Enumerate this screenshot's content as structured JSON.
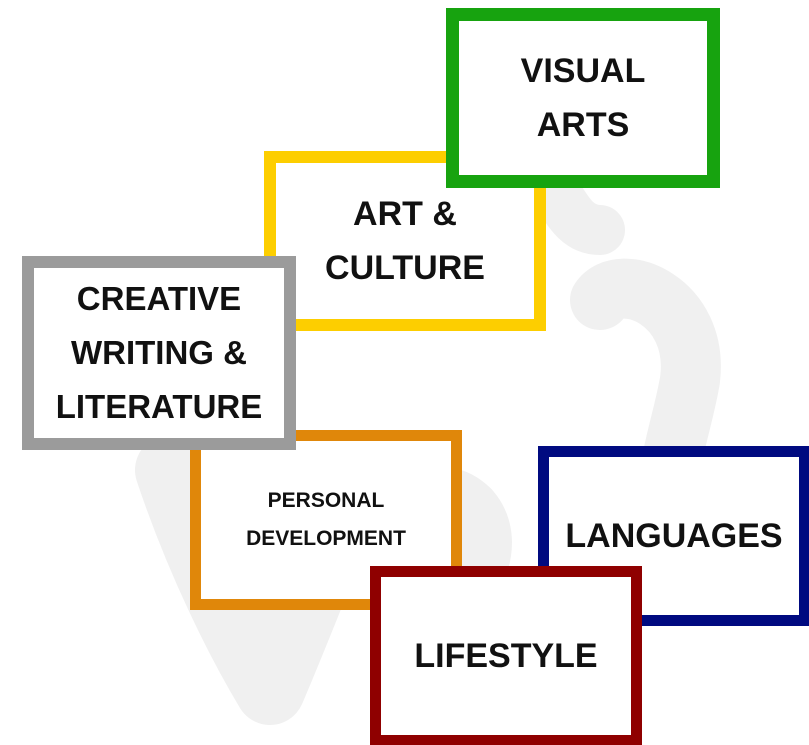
{
  "tiles": [
    {
      "id": "visual-arts",
      "label": "VISUAL\nARTS",
      "border_color": "#17a30f"
    },
    {
      "id": "art-culture",
      "label": "ART &\nCULTURE",
      "border_color": "#fdce00"
    },
    {
      "id": "creative-writing",
      "label": "CREATIVE\nWRITING &\nLITERATURE",
      "border_color": "#9b9b9b"
    },
    {
      "id": "personal-development",
      "label": "PERSONAL\nDEVELOPMENT",
      "border_color": "#e0870a"
    },
    {
      "id": "languages",
      "label": "LANGUAGES",
      "border_color": "#000a80"
    },
    {
      "id": "lifestyle",
      "label": "LIFESTYLE",
      "border_color": "#8f0000"
    }
  ],
  "watermark": {
    "color": "#f0f0f0"
  }
}
